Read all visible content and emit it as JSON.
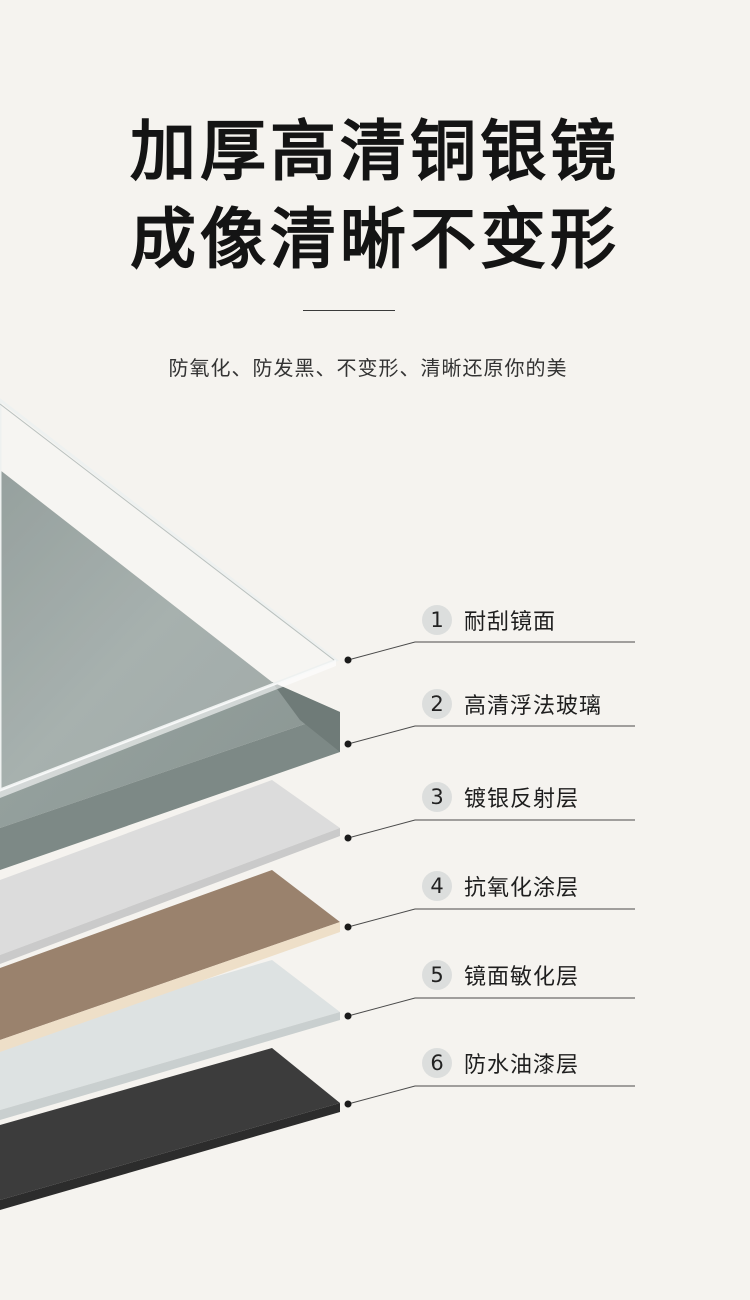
{
  "headline": {
    "line1": "加厚高清铜银镜",
    "line2": "成像清晰不变形"
  },
  "subtitle": "防氧化、防发黑、不变形、清晰还原你的美",
  "layers": [
    {
      "number": "1",
      "label": "耐刮镜面"
    },
    {
      "number": "2",
      "label": "高清浮法玻璃"
    },
    {
      "number": "3",
      "label": "镀银反射层"
    },
    {
      "number": "4",
      "label": "抗氧化涂层"
    },
    {
      "number": "5",
      "label": "镜面敏化层"
    },
    {
      "number": "6",
      "label": "防水油漆层"
    }
  ],
  "colors": {
    "background": "#f5f3ef",
    "glass": "#8e9a97",
    "silver": "#dcdcdc",
    "copper": "#9a826d",
    "sensitizer": "#dde2e2",
    "paint": "#3c3c3c"
  }
}
